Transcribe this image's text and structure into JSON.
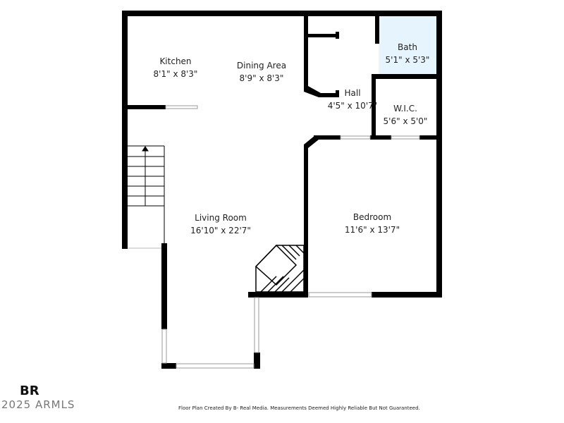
{
  "rooms": [
    {
      "name": "Kitchen",
      "size": "8'1\" x 8'3\""
    },
    {
      "name": "Dining Area",
      "size": "8'9\" x 8'3\""
    },
    {
      "name": "Bath",
      "size": "5'1\" x 5'3\""
    },
    {
      "name": "Hall",
      "size": "4'5\" x 10'7\""
    },
    {
      "name": "W.I.C.",
      "size": "5'6\" x 5'0\""
    },
    {
      "name": "Living Room",
      "size": "16'10\" x 22'7\""
    },
    {
      "name": "Bedroom",
      "size": "11'6\" x 13'7\""
    }
  ],
  "colors": {
    "wall": "#000000",
    "bath_fill": "#e6f4fd"
  },
  "footer": "Floor Plan Created By B- Real Media. Measurements Deemed Highly Reliable But Not Guaranteed.",
  "watermark": {
    "logo": "BR",
    "text": "2025 ARMLS"
  }
}
